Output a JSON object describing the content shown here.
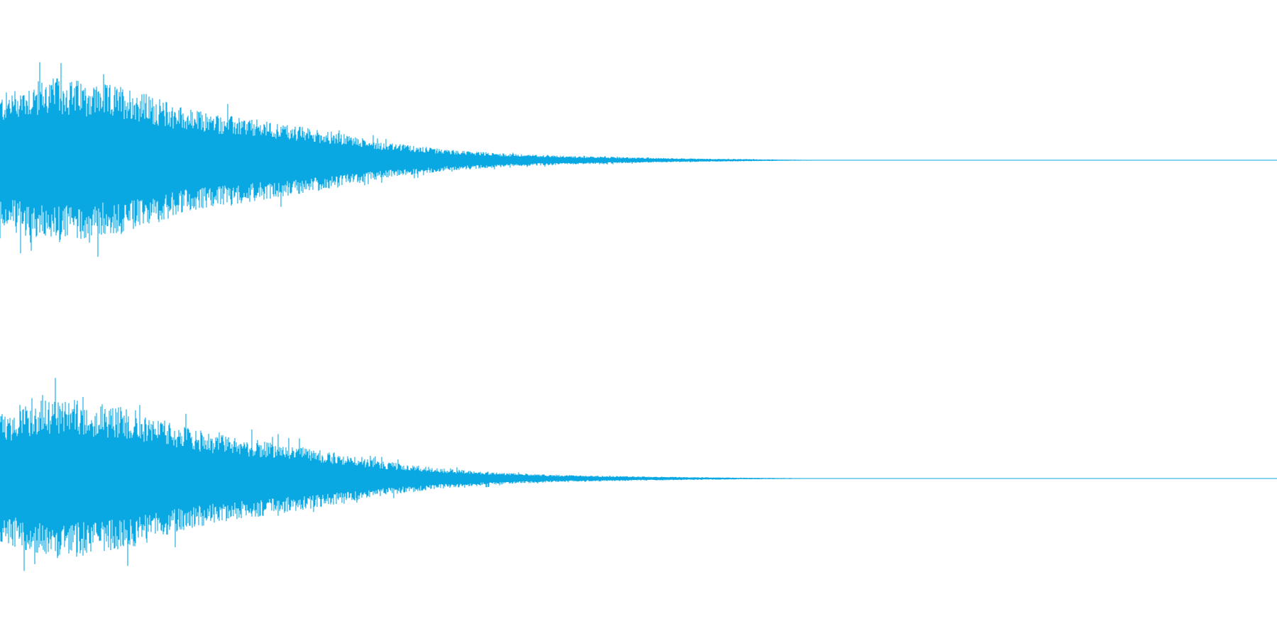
{
  "chart_data": {
    "type": "line",
    "kind": "audio-waveform",
    "channels": 2,
    "color": "#0aa8e2",
    "background": "#ffffff",
    "grid": false,
    "legend": "none",
    "ylim": [
      -1,
      1
    ],
    "x_unit": "fraction-of-duration",
    "series": [
      {
        "peak_envelope": {
          "x": [
            0.0,
            0.02,
            0.04,
            0.06,
            0.08,
            0.1,
            0.12,
            0.15,
            0.18,
            0.22,
            0.26,
            0.3,
            0.35,
            0.4,
            0.45,
            0.5,
            0.55,
            0.6,
            0.63,
            0.67,
            1.0
          ],
          "amp": [
            0.62,
            0.72,
            0.78,
            0.76,
            0.72,
            0.7,
            0.6,
            0.48,
            0.42,
            0.35,
            0.27,
            0.17,
            0.1,
            0.06,
            0.04,
            0.025,
            0.015,
            0.008,
            0.004,
            0.002,
            0.0
          ]
        }
      },
      {
        "peak_envelope": {
          "x": [
            0.0,
            0.02,
            0.04,
            0.06,
            0.08,
            0.1,
            0.12,
            0.15,
            0.18,
            0.22,
            0.26,
            0.3,
            0.35,
            0.4,
            0.45,
            0.5,
            0.55,
            0.6,
            0.65,
            1.0
          ],
          "amp": [
            0.6,
            0.7,
            0.76,
            0.74,
            0.7,
            0.68,
            0.58,
            0.47,
            0.4,
            0.33,
            0.25,
            0.16,
            0.09,
            0.05,
            0.03,
            0.02,
            0.012,
            0.006,
            0.002,
            0.0
          ]
        }
      }
    ]
  }
}
